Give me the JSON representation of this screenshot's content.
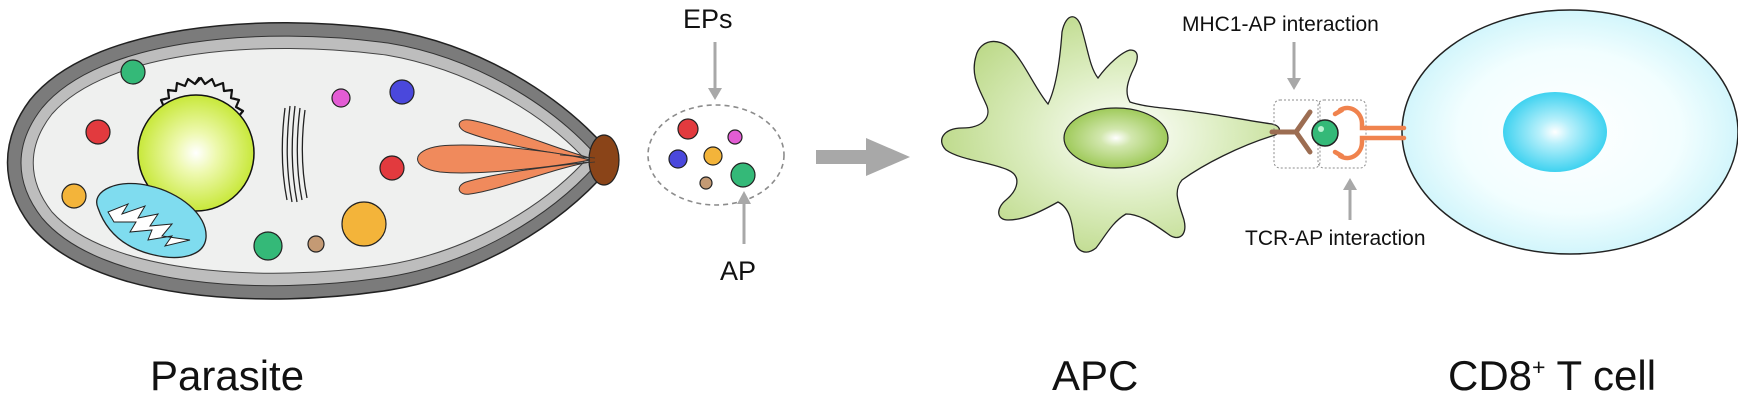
{
  "labels": {
    "eps": "EPs",
    "ap": "AP",
    "mhc1_ap": "MHC1-AP interaction",
    "tcr_ap": "TCR-AP interaction",
    "parasite": "Parasite",
    "apc": "APC",
    "cd8_prefix": "CD8",
    "cd8_sup": "+",
    "cd8_suffix": " T cell"
  },
  "colors": {
    "parasite_fill": "#f0f1f0",
    "parasite_wall": "#7a7a7a",
    "nucleus": "#d7f060",
    "mitochondrion": "#7fdcef",
    "rhoptry": "#f08a5c",
    "apical_cap": "#8a4418",
    "apc_cell": "#c5de96",
    "apc_nucleus": "#a9cf67",
    "tcell": "#d8f7fc",
    "tcell_nucleus": "#62dcf4",
    "arrow": "#a8a8a8",
    "mhc": "#9c6d52",
    "tcr": "#f0834e",
    "ep_red": "#e23a3e",
    "ep_green": "#34b978",
    "ep_blue": "#4a48dc",
    "ep_magenta": "#e35cd4",
    "ep_orange": "#f3b43a",
    "ep_tan": "#c49a74"
  },
  "icons": [
    "parasite-cell",
    "apc-cell",
    "t-cell",
    "mhc1-receptor",
    "tcr-receptor",
    "antigen-peptide"
  ]
}
